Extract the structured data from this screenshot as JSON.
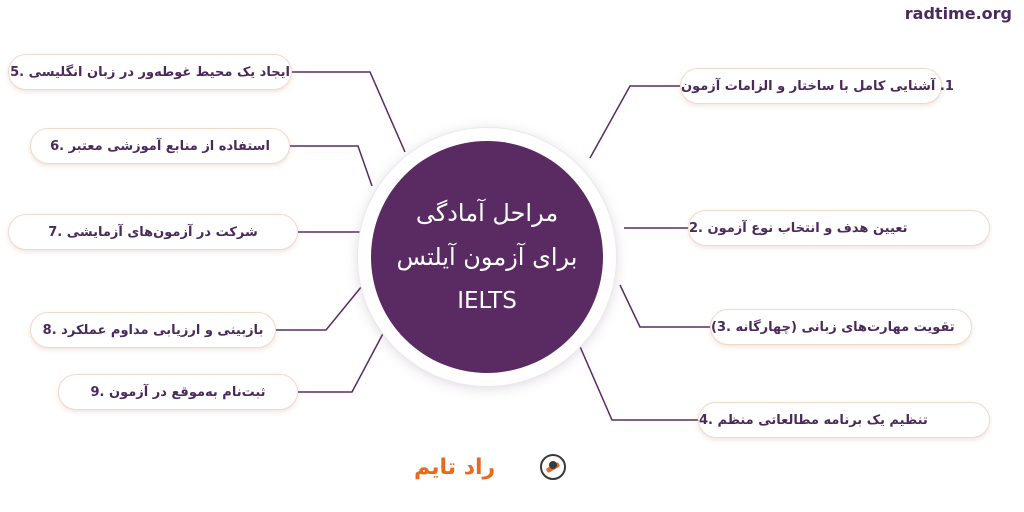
{
  "site": "radtime.org",
  "center": {
    "line1": "مراحل آمادگی",
    "line2": "برای آزمون آیلتس",
    "line3": "IELTS"
  },
  "steps": {
    "s1": "1. آشنایی کامل با ساختار و الزامات آزمون",
    "s2": "تعیین هدف و انتخاب نوع آزمون .2",
    "s3": "تقویت مهارت‌های زبانی (چهارگانه .3)",
    "s4": "تنظیم یک برنامه مطالعاتی منظم .4",
    "s5": "ایجاد یک محیط غوطه‌ور در زبان انگلیسی .5",
    "s6": "استفاده از منابع آموزشی معتبر .6",
    "s7": "شرکت در آزمون‌های آزمایشی .7",
    "s8": "بازبینی و ارزیابی مداوم عملکرد .8",
    "s9": "ثبت‌نام به‌موقع در آزمون .9"
  },
  "logo": {
    "text": "راد تایم",
    "icon": "radtime-logo-icon"
  },
  "colors": {
    "center": "#5a2a63",
    "text": "#4a2a5c",
    "connector": "#5a2a63",
    "pill_border": "#f1d9c9",
    "logo_accent": "#e86a1e"
  }
}
